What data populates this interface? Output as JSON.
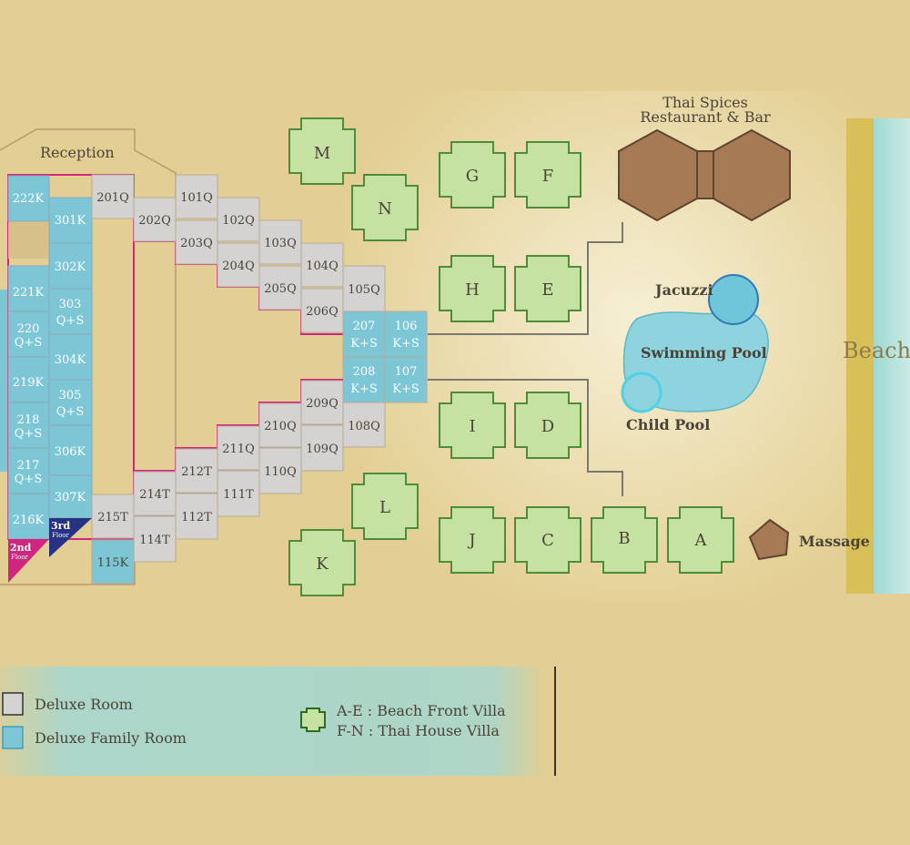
{
  "labels": {
    "reception": "Reception",
    "restaurant_line1": "Thai Spices",
    "restaurant_line2": "Restaurant & Bar",
    "jacuzzi": "Jacuzzi",
    "swimming_pool": "Swimming Pool",
    "child_pool": "Child Pool",
    "massage": "Massage",
    "beach": "Beach",
    "floor2_line1": "2nd",
    "floor2_line2": "Floor",
    "floor3_line1": "3rd",
    "floor3_line2": "Floor"
  },
  "rooms": {
    "r222K": "222K",
    "r301K": "301K",
    "r302K": "302K",
    "r221K": "221K",
    "r303a": "303",
    "r303b": "Q+S",
    "r220a": "220",
    "r220b": "Q+S",
    "r304K": "304K",
    "r219K": "219K",
    "r305a": "305",
    "r305b": "Q+S",
    "r218a": "218",
    "r218b": "Q+S",
    "r306K": "306K",
    "r217a": "217",
    "r217b": "Q+S",
    "r307K": "307K",
    "r216K": "216K",
    "r201Q": "201Q",
    "r202Q": "202Q",
    "r101Q": "101Q",
    "r203Q": "203Q",
    "r102Q": "102Q",
    "r204Q": "204Q",
    "r103Q": "103Q",
    "r205Q": "205Q",
    "r104Q": "104Q",
    "r206Q": "206Q",
    "r105Q": "105Q",
    "r207a": "207",
    "r207b": "K+S",
    "r106a": "106",
    "r106b": "K+S",
    "r208a": "208",
    "r208b": "K+S",
    "r107a": "107",
    "r107b": "K+S",
    "r209Q": "209Q",
    "r108Q": "108Q",
    "r210Q": "210Q",
    "r109Q": "109Q",
    "r211Q": "211Q",
    "r110Q": "110Q",
    "r212T": "212T",
    "r111T": "111T",
    "r214T": "214T",
    "r112T": "112T",
    "r215T": "215T",
    "r114T": "114T",
    "r115K": "115K"
  },
  "villas": {
    "M": "M",
    "N": "N",
    "G": "G",
    "F": "F",
    "H": "H",
    "E": "E",
    "I": "I",
    "D": "D",
    "L": "L",
    "K": "K",
    "J": "J",
    "C": "C",
    "B": "B",
    "A": "A"
  },
  "legend": {
    "deluxe": "Deluxe Room",
    "family": "Deluxe Family Room",
    "villa_ae": "A-E : Beach Front Villa",
    "villa_fn": "F-N : Thai House Villa"
  },
  "colors": {
    "deluxe_room": "#d4d3d2",
    "family_room": "#7cc6d6",
    "villa": "#c6e2a2",
    "villa_border": "#4f8c3a",
    "floor_2_corridor": "#d0267f",
    "floor_3": "#273282",
    "pool": "#8fd3df",
    "restaurant": "#a57a54",
    "beach_sand": "#ddc25a",
    "sea": "#a9ddd7"
  }
}
